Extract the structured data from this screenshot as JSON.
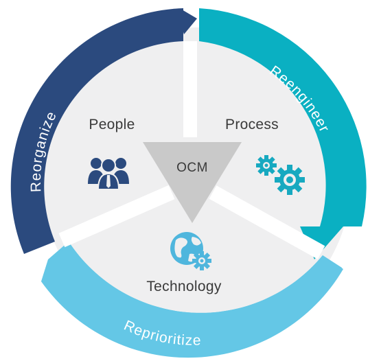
{
  "diagram": {
    "center": {
      "label": "OCM"
    },
    "segments": [
      {
        "key": "people",
        "label": "People",
        "icon": "people-icon"
      },
      {
        "key": "process",
        "label": "Process",
        "icon": "gears-icon"
      },
      {
        "key": "technology",
        "label": "Technology",
        "icon": "globe-gear-icon"
      }
    ],
    "ring": [
      {
        "key": "reorganize",
        "label": "Reorganize",
        "color": "#2b4a7e"
      },
      {
        "key": "reengineer",
        "label": "Reengineer",
        "color": "#0ab0c2"
      },
      {
        "key": "reprioritize",
        "label": "Reprioritize",
        "color": "#64c7e6"
      }
    ],
    "colors": {
      "disc": "#efeff0",
      "triangle": "#c9c9c9",
      "icon_navy": "#2b4a7e",
      "icon_teal": "#17a9c0",
      "icon_light": "#4fb6dd"
    }
  }
}
